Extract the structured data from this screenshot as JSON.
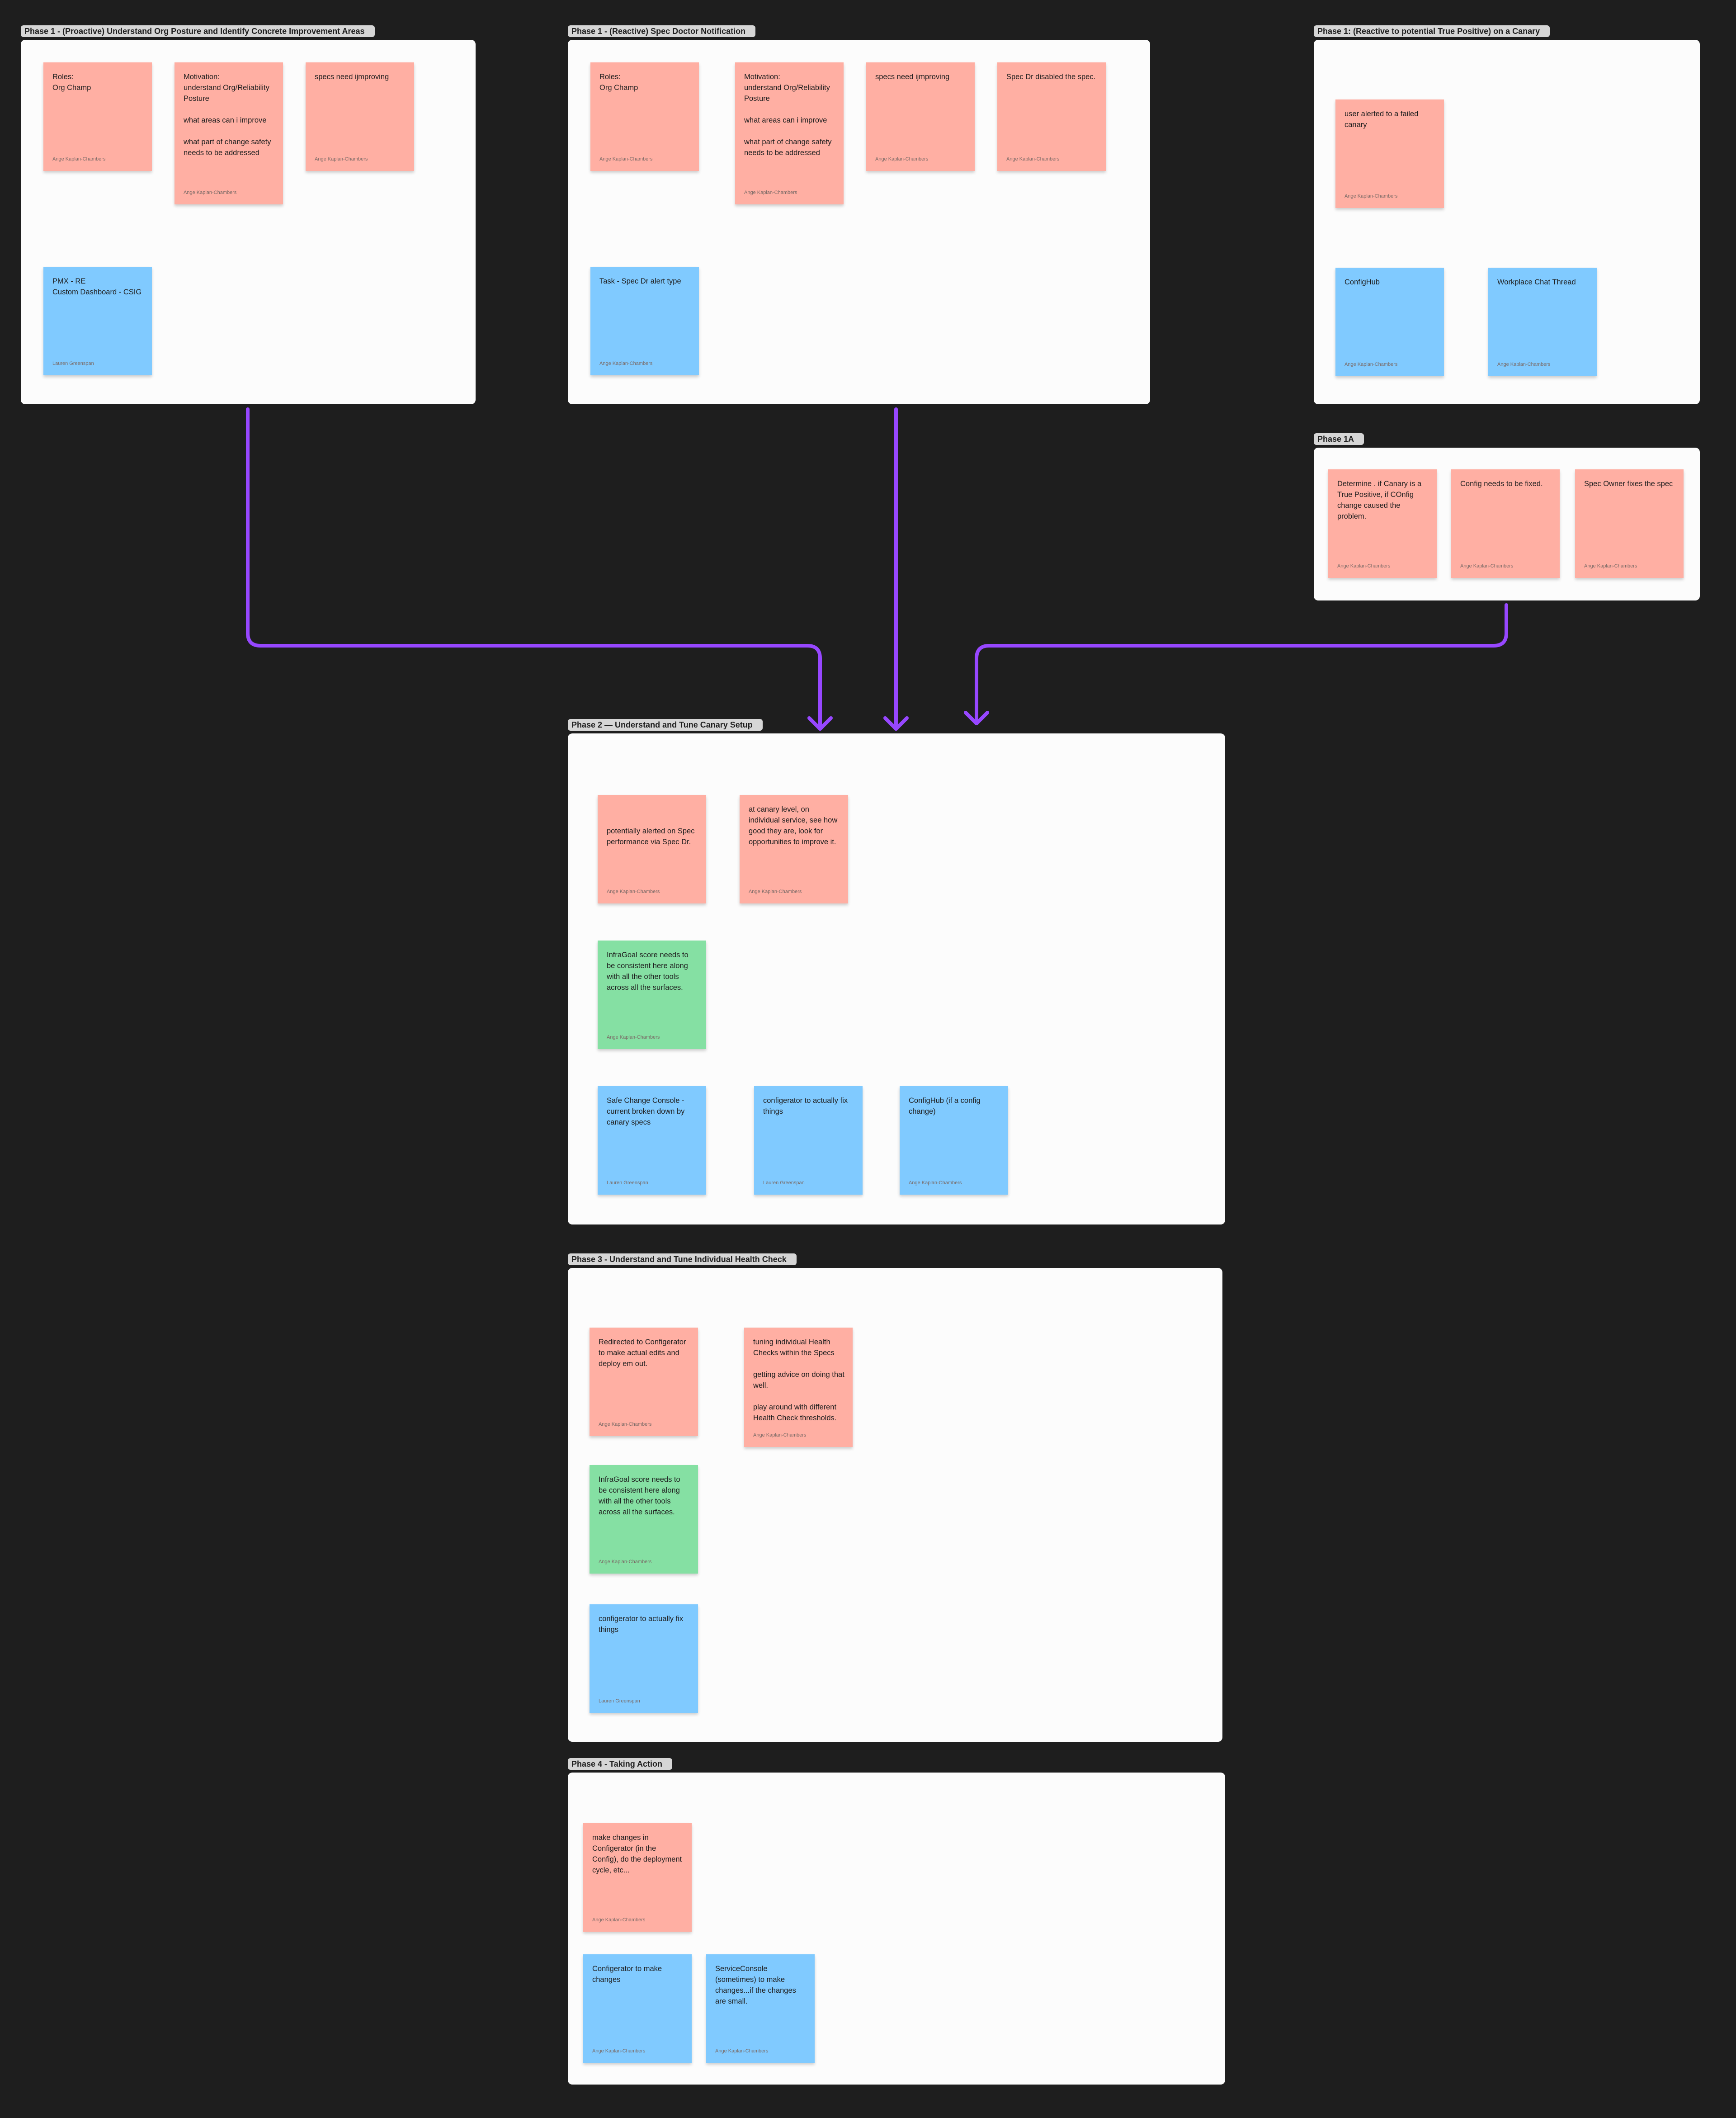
{
  "colors": {
    "background": "#1e1e1e",
    "frame": "#fcfcfc",
    "label_bg": "#d6d6d6",
    "connector": "#9747ff",
    "sticky_red": "#ffafa3",
    "sticky_blue": "#80caff",
    "sticky_green": "#85e0a3"
  },
  "frames": {
    "f1": "Phase 1 - (Proactive) Understand Org Posture and Identify Concrete Improvement Areas",
    "f2": "Phase 1 - (Reactive) Spec Doctor Notification",
    "f3": "Phase 1: (Reactive to potential True Positive) on a Canary",
    "f4": "Phase 1A",
    "f5": "Phase 2 — Understand and Tune Canary Setup",
    "f6": "Phase 3 - Understand and Tune Individual Health Check",
    "f7": "Phase 4 - Taking Action"
  },
  "stickies": {
    "s1": {
      "text": "Roles:\nOrg Champ",
      "author": "Ange Kaplan-Chambers"
    },
    "s2": {
      "text": "Motivation:\nunderstand Org/Reliability Posture\n\nwhat areas can i improve\n\nwhat part of change safety needs to be addressed",
      "author": "Ange Kaplan-Chambers"
    },
    "s3": {
      "text": "specs need ijmproving",
      "author": "Ange Kaplan-Chambers"
    },
    "s4": {
      "text": "PMX - RE\nCustom Dashboard - CSIG",
      "author": "Lauren Greenspan"
    },
    "s5": {
      "text": "Roles:\nOrg Champ",
      "author": "Ange Kaplan-Chambers"
    },
    "s6": {
      "text": "Motivation:\nunderstand Org/Reliability Posture\n\nwhat areas can i improve\n\nwhat part of change safety needs to be addressed",
      "author": "Ange Kaplan-Chambers"
    },
    "s7": {
      "text": "specs need ijmproving",
      "author": "Ange Kaplan-Chambers"
    },
    "s8": {
      "text": "Spec Dr disabled the spec.",
      "author": "Ange Kaplan-Chambers"
    },
    "s9": {
      "text": "Task - Spec Dr alert type",
      "author": "Ange Kaplan-Chambers"
    },
    "s10": {
      "text": "user alerted to a failed canary",
      "author": "Ange Kaplan-Chambers"
    },
    "s11": {
      "text": "ConfigHub",
      "author": "Ange Kaplan-Chambers"
    },
    "s12": {
      "text": "Workplace Chat Thread",
      "author": "Ange Kaplan-Chambers"
    },
    "s13": {
      "text": "Determine . if Canary is a True Positive, if COnfig change caused the problem.",
      "author": "Ange Kaplan-Chambers"
    },
    "s14": {
      "text": "Config needs to be fixed.",
      "author": "Ange Kaplan-Chambers"
    },
    "s15": {
      "text": "Spec Owner fixes the spec",
      "author": "Ange Kaplan-Chambers"
    },
    "s16": {
      "text": "potentially alerted on Spec performance via Spec Dr.",
      "author": "Ange Kaplan-Chambers"
    },
    "s17": {
      "text": "at canary level, on individual service, see how good they are, look for opportunities to improve it.",
      "author": "Ange Kaplan-Chambers"
    },
    "s18": {
      "text": "InfraGoal score needs to be consistent here along with all the other tools across all the surfaces.",
      "author": "Ange Kaplan-Chambers"
    },
    "s19": {
      "text": "Safe Change Console - current broken down by canary specs",
      "author": "Lauren Greenspan"
    },
    "s20": {
      "text": "configerator to actually fix things",
      "author": "Lauren Greenspan"
    },
    "s21": {
      "text": "ConfigHub (if a config change)",
      "author": "Ange Kaplan-Chambers"
    },
    "s22": {
      "text": "Redirected to Configerator to make actual edits and deploy em out.",
      "author": "Ange Kaplan-Chambers"
    },
    "s23": {
      "text": "tuning individual Health Checks within the Specs\n\ngetting advice on doing that well.\n\nplay around with different Health Check thresholds.",
      "author": "Ange Kaplan-Chambers"
    },
    "s24": {
      "text": "InfraGoal score needs to be consistent here along with all the other tools across all the surfaces.",
      "author": "Ange Kaplan-Chambers"
    },
    "s25": {
      "text": "configerator to actually fix things",
      "author": "Lauren Greenspan"
    },
    "s26": {
      "text": "make changes in Configerator (in the Config), do the deployment cycle, etc...",
      "author": "Ange Kaplan-Chambers"
    },
    "s27": {
      "text": "Configerator to make changes",
      "author": "Ange Kaplan-Chambers"
    },
    "s28": {
      "text": "ServiceConsole (sometimes) to make changes...if the changes are small.",
      "author": "Ange Kaplan-Chambers"
    }
  }
}
